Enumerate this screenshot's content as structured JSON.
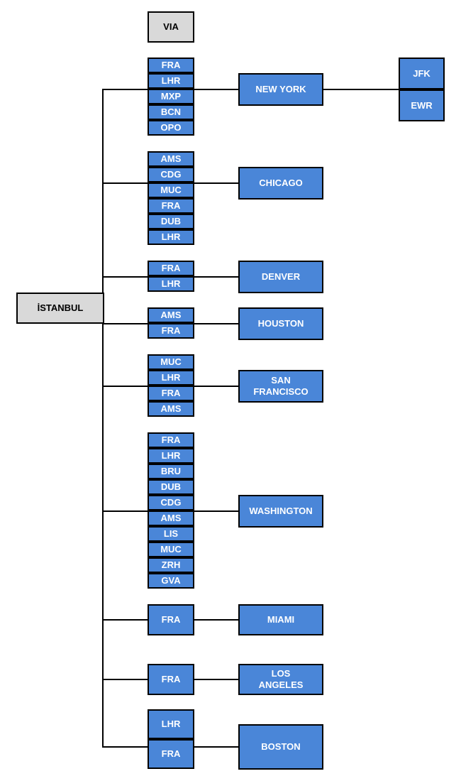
{
  "diagram": {
    "origin": "İSTANBUL",
    "via_header": "VIA",
    "routes": [
      {
        "city": "NEW YORK",
        "via": [
          "FRA",
          "LHR",
          "MXP",
          "BCN",
          "OPO"
        ],
        "airports": [
          "JFK",
          "EWR"
        ]
      },
      {
        "city": "CHICAGO",
        "via": [
          "AMS",
          "CDG",
          "MUC",
          "FRA",
          "DUB",
          "LHR"
        ]
      },
      {
        "city": "DENVER",
        "via": [
          "FRA",
          "LHR"
        ]
      },
      {
        "city": "HOUSTON",
        "via": [
          "AMS",
          "FRA"
        ]
      },
      {
        "city": "SAN\nFRANCISCO",
        "via": [
          "MUC",
          "LHR",
          "FRA",
          "AMS"
        ]
      },
      {
        "city": "WASHINGTON",
        "via": [
          "FRA",
          "LHR",
          "BRU",
          "DUB",
          "CDG",
          "AMS",
          "LIS",
          "MUC",
          "ZRH",
          "GVA"
        ]
      },
      {
        "city": "MIAMI",
        "via": [
          "FRA"
        ]
      },
      {
        "city": "LOS\nANGELES",
        "via": [
          "FRA"
        ]
      },
      {
        "city": "BOSTON",
        "via": [
          "LHR",
          "FRA"
        ]
      }
    ]
  },
  "colors": {
    "box_fill": "#4a86d8",
    "origin_fill": "#d9d9d9",
    "stroke": "#000000"
  }
}
